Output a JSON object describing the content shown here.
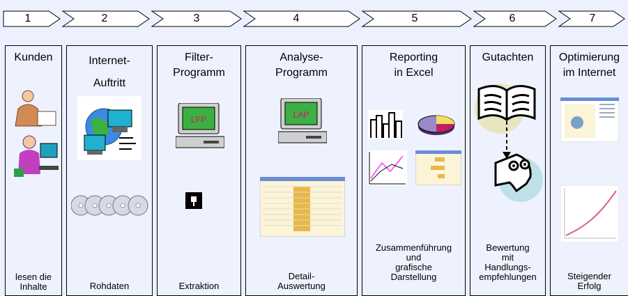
{
  "steps": [
    "1",
    "2",
    "3",
    "4",
    "5",
    "6",
    "7"
  ],
  "columns": [
    {
      "id": "kunden",
      "title": "Kunden",
      "bottom": "lesen die Inhalte"
    },
    {
      "id": "internet",
      "title": "Internet-\nAuftritt",
      "bottom": "Rohdaten"
    },
    {
      "id": "filter",
      "title": "Filter-\nProgramm",
      "bottom": "Extraktion",
      "screen_label": "LFP"
    },
    {
      "id": "analyse",
      "title": "Analyse-\nProgramm",
      "bottom": "Detail-\nAuswertung",
      "screen_label": "LAP"
    },
    {
      "id": "reporting",
      "title": "Reporting\nin Excel",
      "bottom": "Zusammenführung\nund\ngrafische\nDarstellung"
    },
    {
      "id": "gutachten",
      "title": "Gutachten",
      "bottom": "Bewertung\nmit\nHandlungs-\nempfehlungen"
    },
    {
      "id": "optimierung",
      "title": "Optimierung\nim Internet",
      "bottom": "Steigender\nErfolg"
    }
  ],
  "colors": {
    "background": "#ecf0ff",
    "arrow_fill": "#ffffff",
    "screen_green": "#3cb043",
    "screen_text": "#e0115f",
    "gold": "#e8b84a"
  }
}
